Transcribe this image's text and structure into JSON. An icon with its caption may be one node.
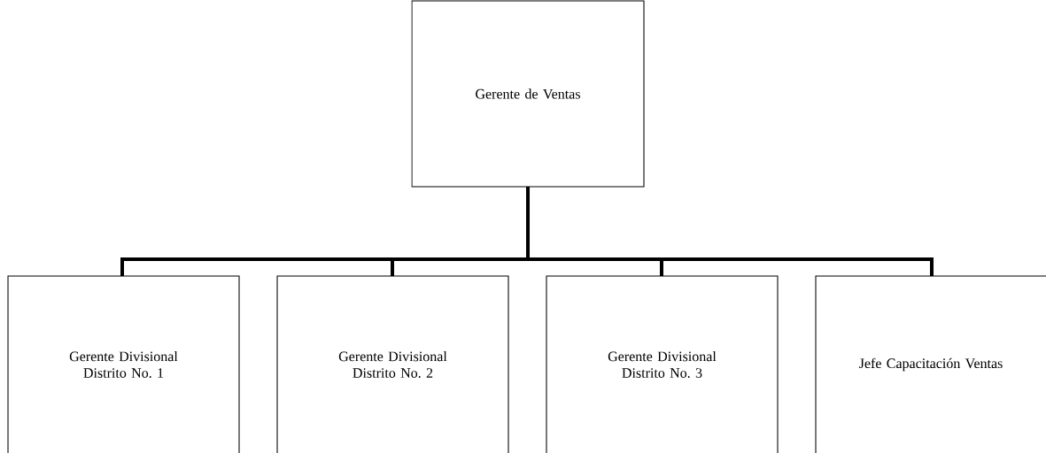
{
  "diagram": {
    "nodes": [
      {
        "text": [
          "Gerente de Ventas"
        ]
      },
      {
        "text": [
          "Gerente Divisional Distrito No. 1"
        ]
      },
      {
        "text": [
          "Gerente Divisional Distrito No. 2"
        ]
      },
      {
        "text": [
          "Gerente Divisional Distrito No. 3"
        ]
      },
      {
        "text": [
          "Jefe Capacitación Ventas"
        ]
      }
    ],
    "edges": [
      {
        "from": 0,
        "to": 1,
        "arrow": "none"
      },
      {
        "from": 0,
        "to": 2,
        "arrow": "none"
      },
      {
        "from": 0,
        "to": 3,
        "arrow": "none"
      },
      {
        "from": 0,
        "to": 4,
        "arrow": "none"
      }
    ]
  }
}
